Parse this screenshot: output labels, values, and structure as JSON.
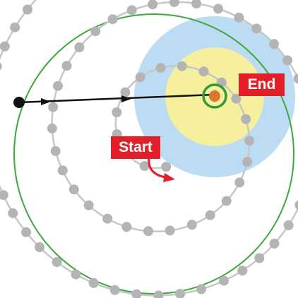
{
  "labels": {
    "start": "Start",
    "end": "End"
  },
  "colors": {
    "outer_circle": "#3da83d",
    "target_ring": "#2f9b38",
    "target_dot": "#d9782b",
    "zone_outer": "#bcdcf3",
    "zone_inner": "#f6ef9e",
    "spiral_path": "#c7c7c7",
    "spiral_dots": "#b4b4b4",
    "direct_path": "#111111",
    "label_background": "#e3202a",
    "label_text": "#ffffff",
    "start_arrow": "#e3202a"
  },
  "icons": {
    "origin": "black-dot",
    "direction": "arrowhead",
    "target": "ringed-dot"
  }
}
